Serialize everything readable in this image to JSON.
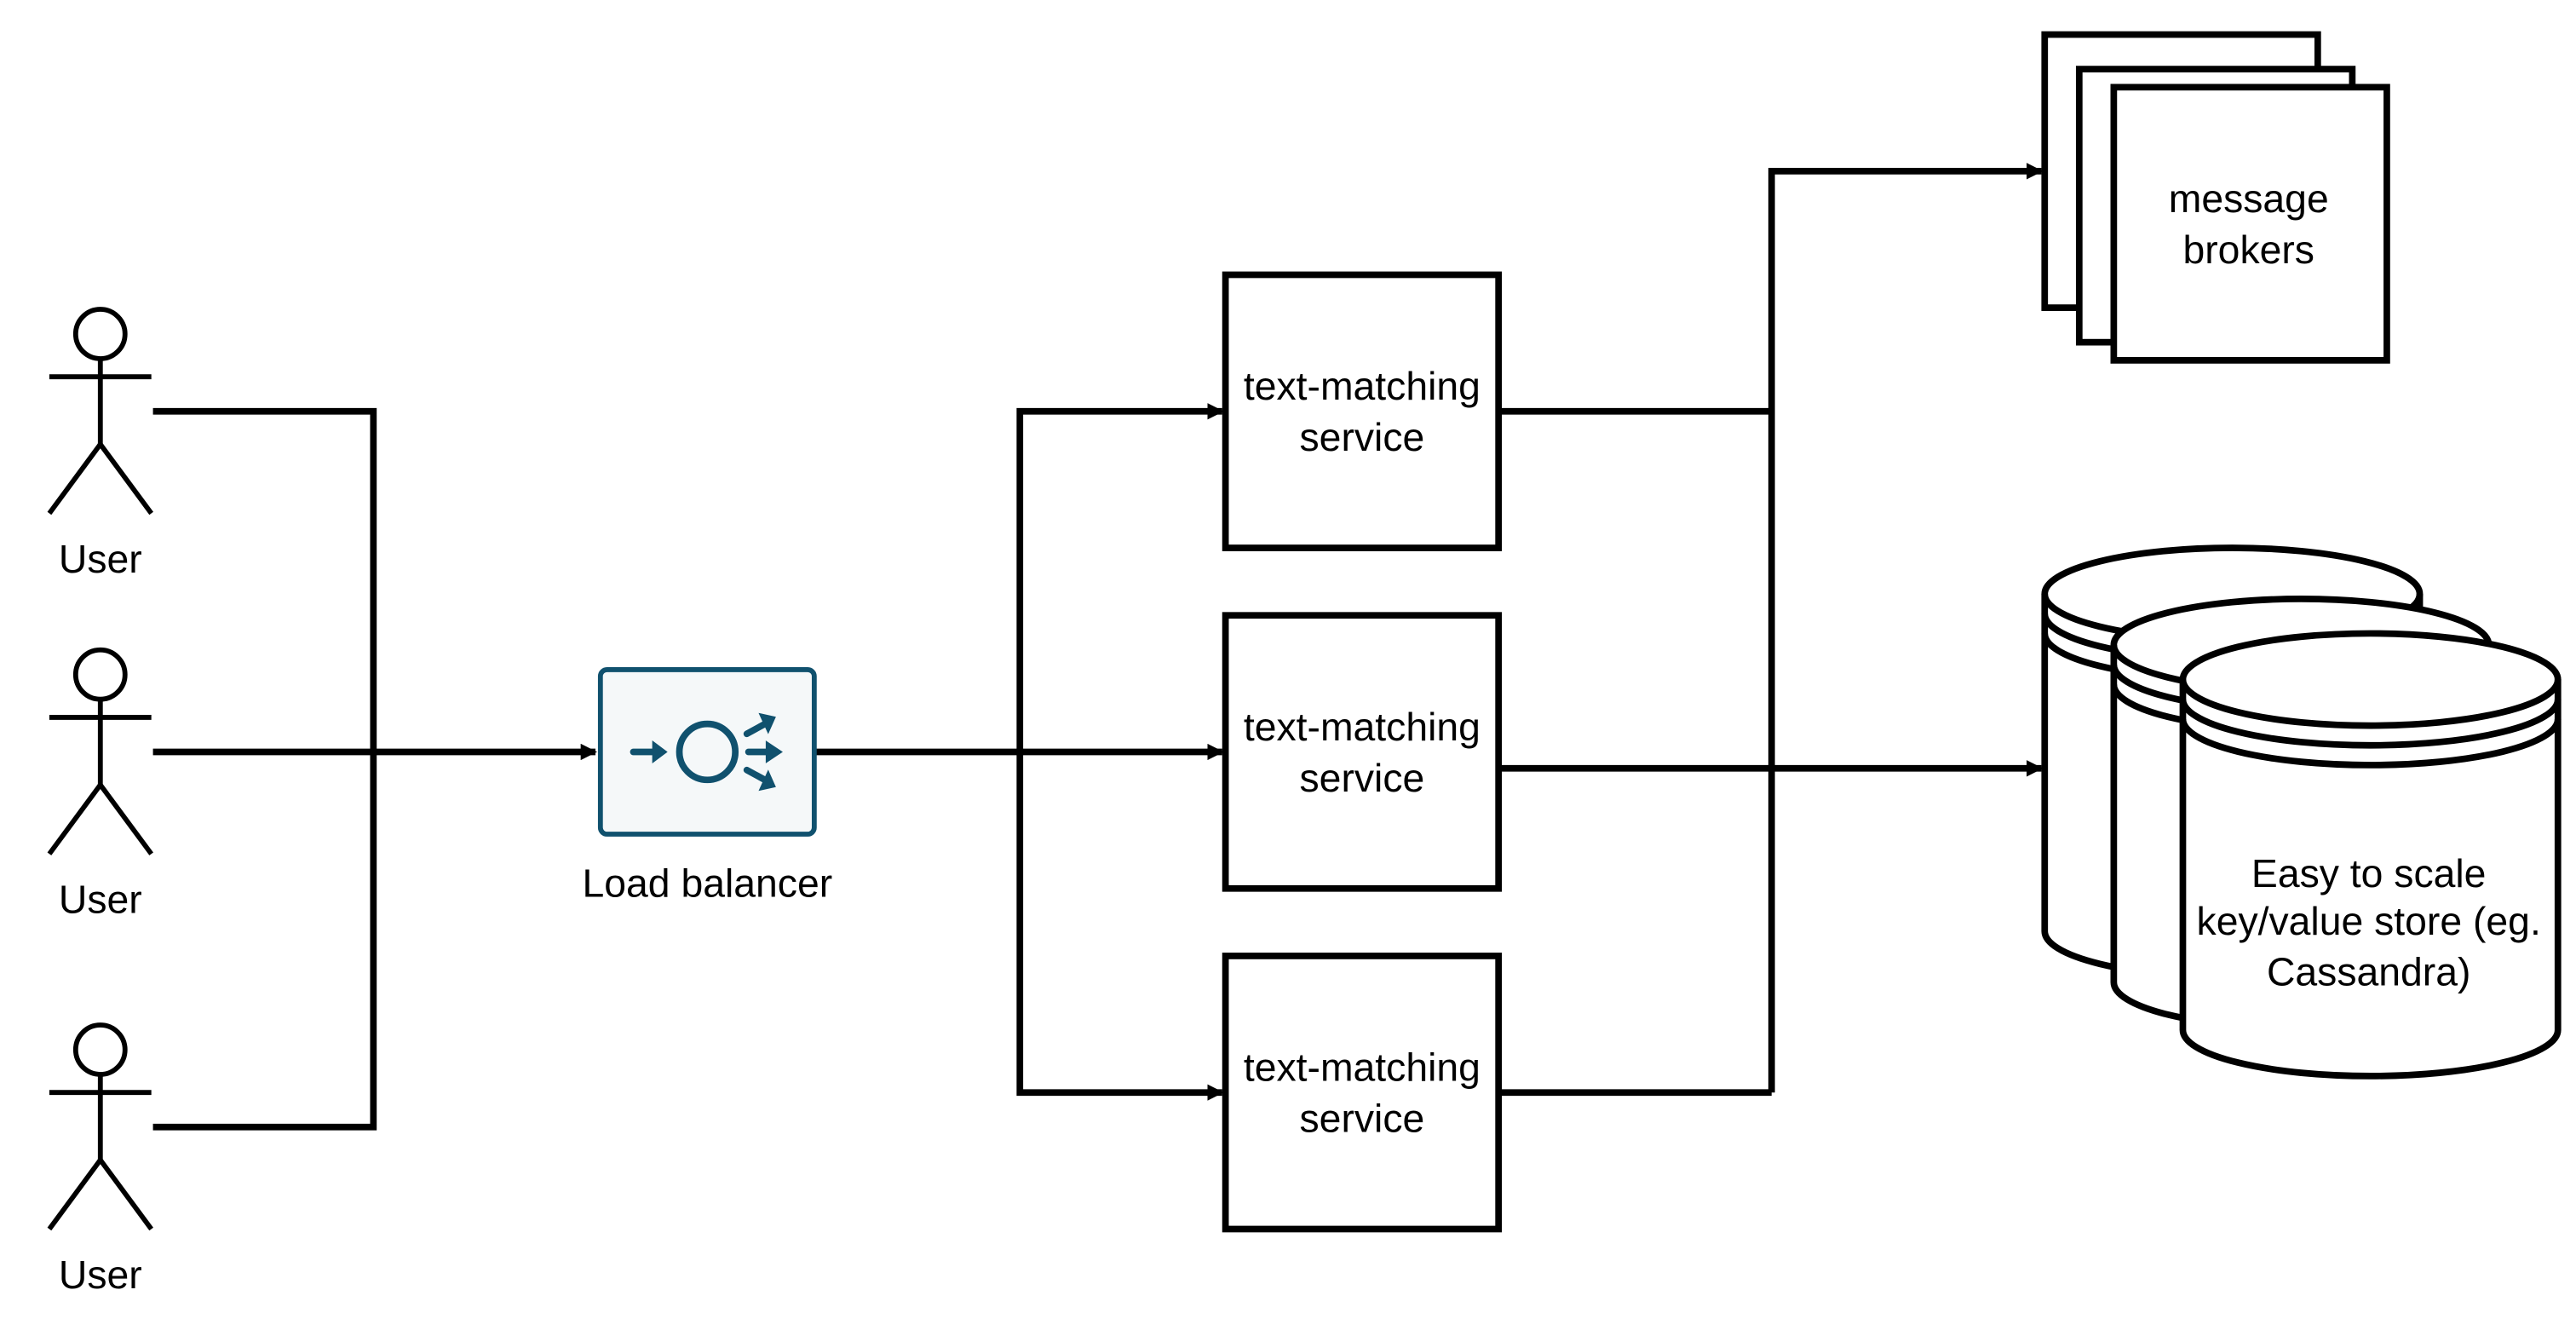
{
  "users": [
    {
      "label": "User"
    },
    {
      "label": "User"
    },
    {
      "label": "User"
    }
  ],
  "load_balancer": {
    "label": "Load balancer",
    "icon": "load-balancer-icon",
    "icon_color": "#10516E",
    "icon_fill": "#F5F8F9"
  },
  "services": [
    {
      "line1": "text-matching",
      "line2": "service"
    },
    {
      "line1": "text-matching",
      "line2": "service"
    },
    {
      "line1": "text-matching",
      "line2": "service"
    }
  ],
  "message_brokers": {
    "line1": "message",
    "line2": "brokers"
  },
  "datastore": {
    "line1": "Easy to scale",
    "line2": "key/value store (eg.",
    "line3": "Cassandra)"
  }
}
